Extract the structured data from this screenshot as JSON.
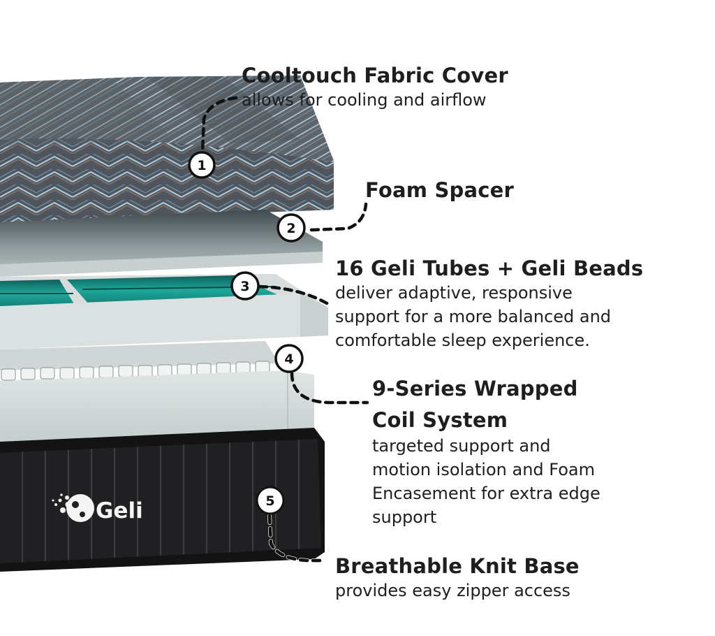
{
  "diagram": {
    "subject": "Geli mattress layer breakdown",
    "brand_logo_text": "Geli",
    "accent_colors": {
      "gel_teal": "#1fa89a",
      "foam_gray": "#cfd6d6",
      "base_black": "#1f1f21",
      "cover_gray": "#5b6168",
      "cover_stripe": "#9fc0d6",
      "callout_ink": "#111111"
    },
    "layers": [
      {
        "number": "1",
        "title": "Cooltouch Fabric Cover",
        "description_lines": [
          "allows for cooling and airflow"
        ]
      },
      {
        "number": "2",
        "title": "Foam Spacer",
        "description_lines": []
      },
      {
        "number": "3",
        "title": "16 Geli Tubes + Geli Beads",
        "description_lines": [
          "deliver adaptive, responsive",
          "support for a more balanced and",
          "comfortable sleep experience."
        ]
      },
      {
        "number": "4",
        "title_lines": [
          "9-Series Wrapped",
          "Coil System"
        ],
        "description_lines": [
          "targeted support and",
          "motion isolation and Foam",
          "Encasement for extra edge",
          "support"
        ]
      },
      {
        "number": "5",
        "title": "Breathable Knit Base",
        "description_lines": [
          "provides easy zipper access"
        ]
      }
    ]
  }
}
